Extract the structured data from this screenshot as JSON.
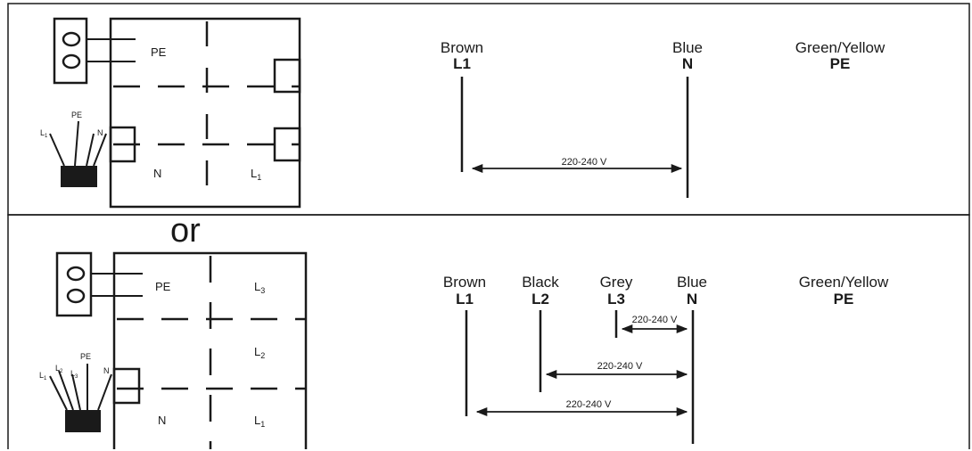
{
  "separator_text": "or",
  "single_phase": {
    "block": {
      "pe": "PE",
      "n": "N",
      "l1": "L",
      "l1_sub": "1"
    },
    "cable": {
      "l1": "L",
      "l1_sub": "1",
      "pe": "PE",
      "n": "N"
    },
    "wires": [
      {
        "color": "Brown",
        "code": "L1"
      },
      {
        "color": "Blue",
        "code": "N"
      },
      {
        "color": "Green/Yellow",
        "code": "PE"
      }
    ],
    "voltage": "220-240 V"
  },
  "three_phase": {
    "block": {
      "pe": "PE",
      "l3": "L",
      "l3_sub": "3",
      "l2": "L",
      "l2_sub": "2",
      "n": "N",
      "l1": "L",
      "l1_sub": "1"
    },
    "cable": {
      "pe": "PE",
      "l1": "L",
      "l1_sub": "1",
      "l2": "L",
      "l2_sub": "2",
      "l3": "L",
      "l3_sub": "3",
      "n": "N"
    },
    "wires": [
      {
        "color": "Brown",
        "code": "L1"
      },
      {
        "color": "Black",
        "code": "L2"
      },
      {
        "color": "Grey",
        "code": "L3"
      },
      {
        "color": "Blue",
        "code": "N"
      },
      {
        "color": "Green/Yellow",
        "code": "PE"
      }
    ],
    "voltages": {
      "l3_n": "220-240 V",
      "l2_n": "220-240 V",
      "l1_n": "220-240 V"
    }
  }
}
